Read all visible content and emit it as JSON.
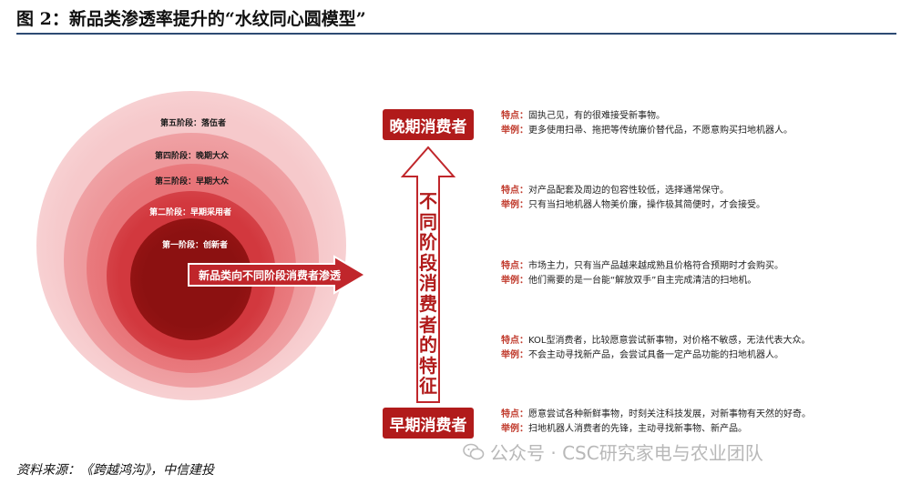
{
  "figure": {
    "title": "图 2：新品类渗透率提升的“水纹同心圆模型”",
    "source": "资料来源：《跨越鸿沟》，中信建投"
  },
  "circle": {
    "stages": [
      "第五阶段：落伍者",
      "第四阶段：晚期大众",
      "第三阶段：早期大众",
      "第二阶段：早期采用者",
      "第一阶段：创新者"
    ],
    "arrow_label": "新品类向不同阶段消费者渗透"
  },
  "axis": {
    "top_label": "晚期消费者",
    "bottom_label": "早期消费者",
    "vertical_text": [
      "不",
      "同",
      "阶",
      "段",
      "消",
      "费",
      "者",
      "的",
      "特",
      "征"
    ]
  },
  "features": [
    {
      "trait_key": "特点：",
      "trait": "固执己见，有的很难接受新事物。",
      "example_key": "举例：",
      "example": "更多使用扫帚、拖把等传统廉价替代品，不愿意购买扫地机器人。"
    },
    {
      "trait_key": "特点：",
      "trait": "对产品配套及周边的包容性较低，选择通常保守。",
      "example_key": "举例：",
      "example": "只有当扫地机器人物美价廉，操作极其简便时，才会接受。"
    },
    {
      "trait_key": "特点：",
      "trait": "市场主力，只有当产品越来越成熟且价格符合预期时才会购买。",
      "example_key": "举例：",
      "example": "他们需要的是一台能“解放双手”自主完成清洁的扫地机。"
    },
    {
      "trait_key": "特点：",
      "trait": "KOL型消费者，比较愿意尝试新事物，对价格不敏感，无法代表大众。",
      "example_key": "举例：",
      "example": "不会主动寻找新产品，会尝试具备一定产品功能的扫地机器人。"
    },
    {
      "trait_key": "特点：",
      "trait": "愿意尝试各种新鲜事物，时刻关注科技发展，对新事物有天然的好奇。",
      "example_key": "举例：",
      "example": "扫地机器人消费者的先锋，主动寻找新事物、新产品。"
    }
  ],
  "watermark": {
    "text": "公众号 · CSC研究家电与农业团队",
    "icon": "wechat-icon"
  },
  "colors": {
    "brand_red": "#b11b1b",
    "title_rule": "#2d4a73"
  }
}
